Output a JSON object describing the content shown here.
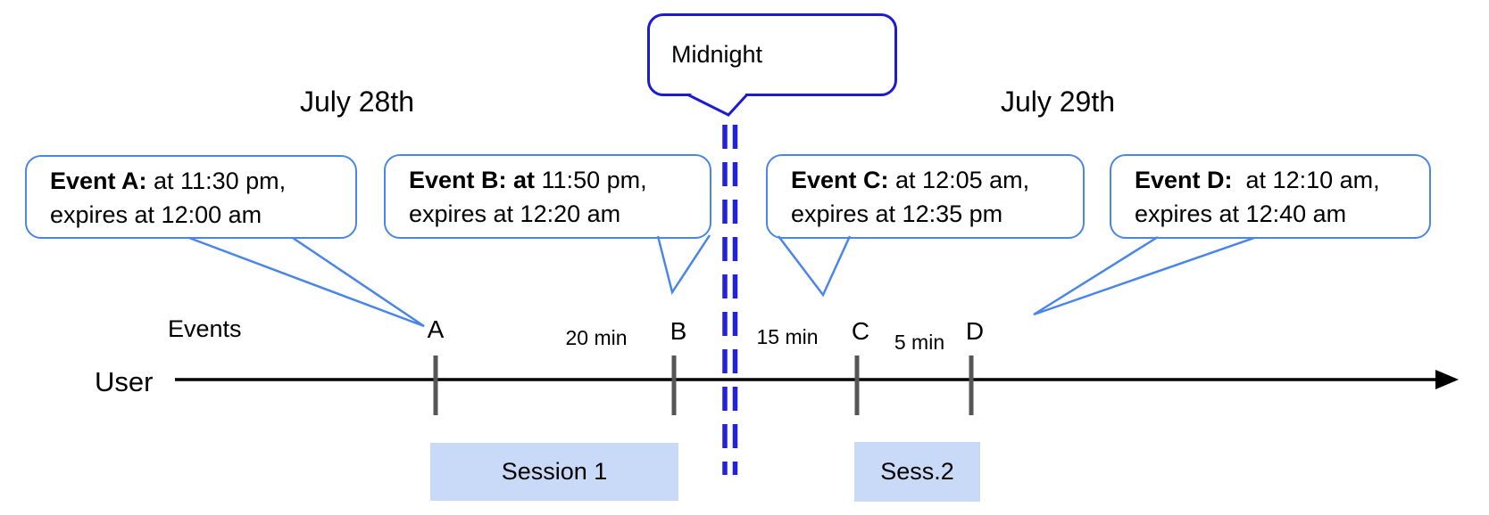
{
  "dates": {
    "left": "July 28th",
    "right": "July 29th"
  },
  "midnight": {
    "label": "Midnight"
  },
  "bubbles": [
    {
      "bold": "Event A:",
      "line1_rest": " at 11:30 pm,",
      "line2": "expires at 12:00 am"
    },
    {
      "bold": "Event B: at",
      "line1_rest": " 11:50 pm,",
      "line2": "expires at 12:20 am"
    },
    {
      "bold": "Event C:",
      "line1_rest": " at 12:05 am,",
      "line2": "expires at 12:35 pm"
    },
    {
      "bold": "Event D:",
      "line1_rest": "  at 12:10 am,",
      "line2": "expires at 12:40 am"
    }
  ],
  "timeline": {
    "events_label": "Events",
    "user_label": "User",
    "ticks": [
      "A",
      "B",
      "C",
      "D"
    ],
    "intervals": [
      "20 min",
      "15 min",
      "5 min"
    ]
  },
  "sessions": [
    {
      "label": "Session 1"
    },
    {
      "label": "Sess.2"
    }
  ],
  "colors": {
    "bubble_border": "#4a86e8",
    "midnight_blue": "#1b1bd4",
    "dash_blue": "#2222dd",
    "session_fill": "#c9daf8",
    "tick_gray": "#565656",
    "arrow_black": "#000000"
  }
}
